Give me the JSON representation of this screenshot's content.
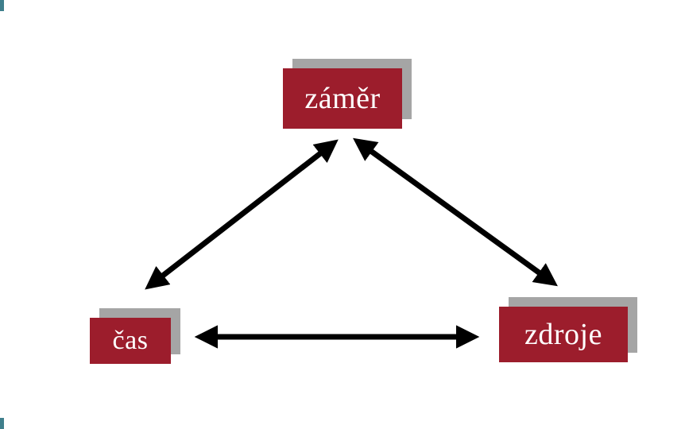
{
  "diagram": {
    "title": "project-triangle-diagram",
    "nodes": [
      {
        "id": "zamer",
        "label": "záměr"
      },
      {
        "id": "cas",
        "label": "čas"
      },
      {
        "id": "zdroje",
        "label": "zdroje"
      }
    ],
    "edges": [
      {
        "from": "zamer",
        "to": "cas",
        "bidirectional": true
      },
      {
        "from": "zamer",
        "to": "zdroje",
        "bidirectional": true
      },
      {
        "from": "cas",
        "to": "zdroje",
        "bidirectional": true
      }
    ],
    "colors": {
      "node_fill": "#9c1d2c",
      "node_shadow": "#a5a5a5",
      "arrow": "#000000",
      "node_text": "#ffffff"
    }
  }
}
